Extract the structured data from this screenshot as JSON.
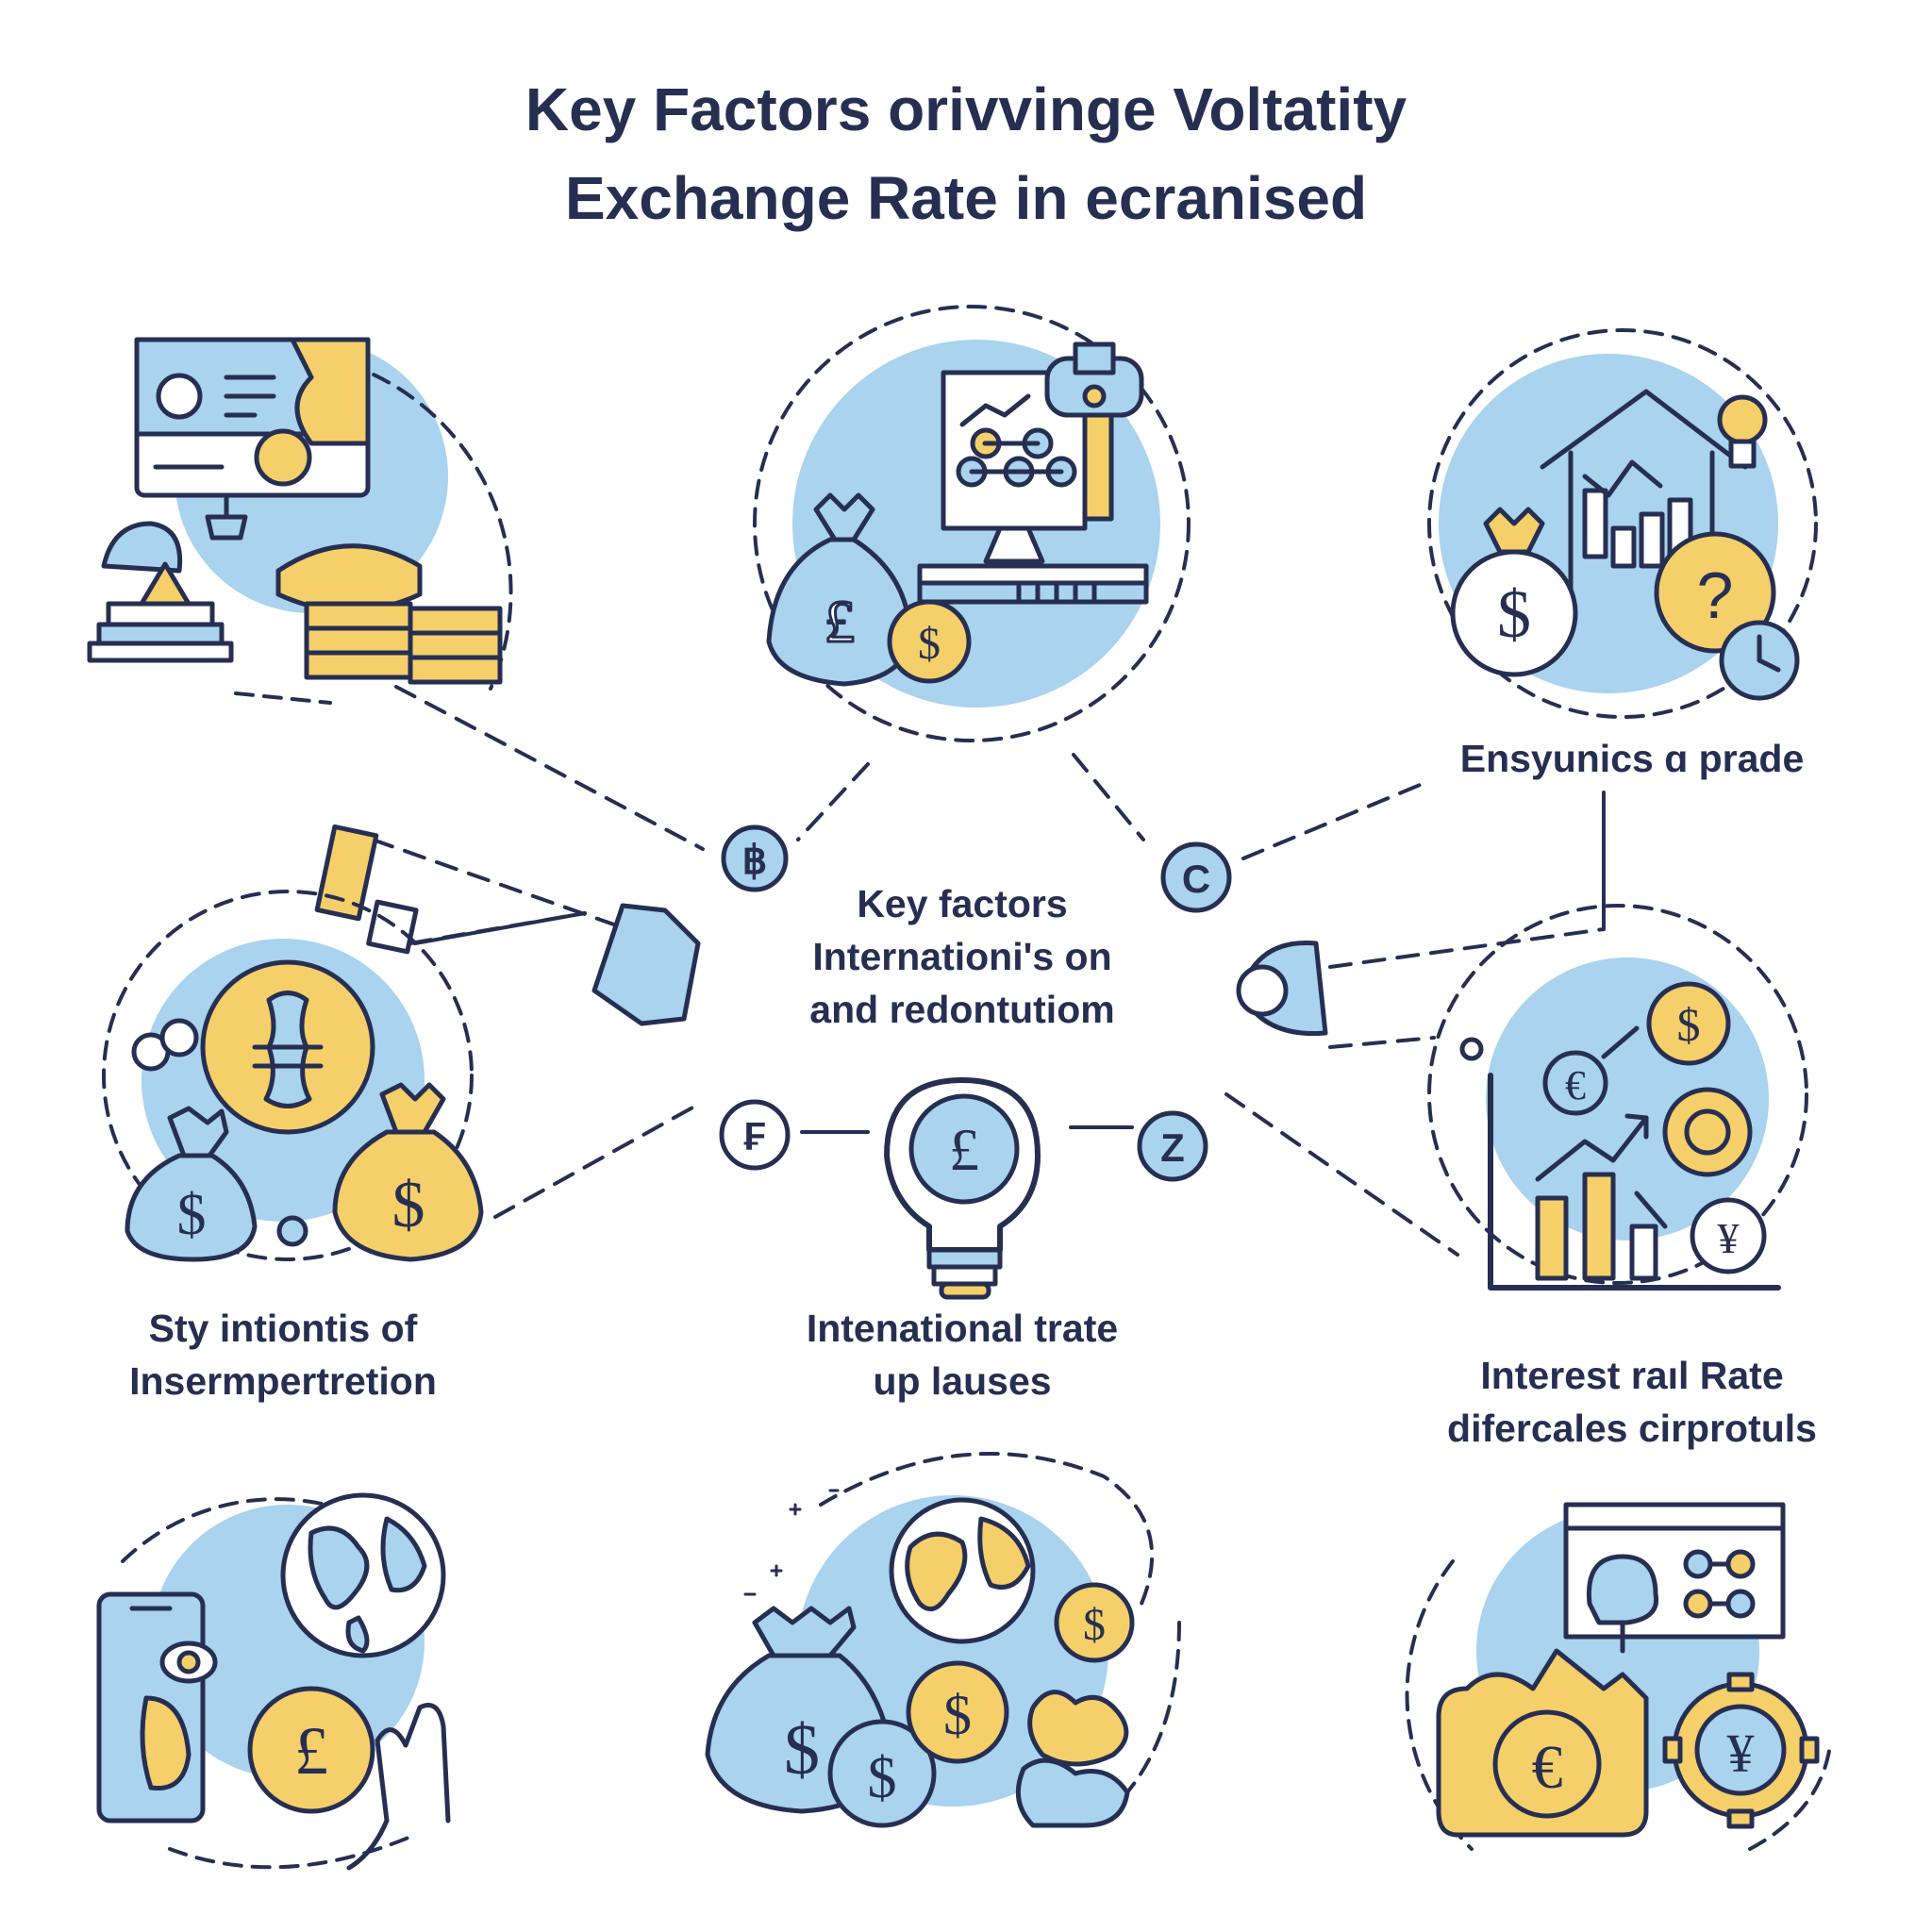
{
  "title": {
    "line1": "Key Factors orivvinge Voltatity",
    "line2": "Exchange Rate in ecranised"
  },
  "center": {
    "line1": "Key factors",
    "line2": "Internationi's on",
    "line3": "and redontutiom"
  },
  "labels": {
    "top_right": {
      "line1": "Ensyunics ɑ prade"
    },
    "middle_left": {
      "line1": "Sty intiontis of",
      "line2": "Insermpertretion"
    },
    "middle_center": {
      "line1": "Intenational trate",
      "line2": "up lauses"
    },
    "middle_right": {
      "line1": "Interest raıl Rate",
      "line2": "difercales cirprotuls"
    }
  },
  "connector_nodes": [
    "฿",
    "C",
    "₣",
    "Z"
  ],
  "currency_symbols": {
    "pound": "£",
    "dollar": "$",
    "euro": "€",
    "yen": "¥",
    "question": "?"
  },
  "colors": {
    "navy": "#262f52",
    "sky": "#a9d3ee",
    "gold": "#f5cf69",
    "white": "#ffffff"
  },
  "icons": [
    "id-card-icon",
    "coin-stack-icon",
    "chess-piece-icon",
    "money-bag-icon",
    "chart-board-icon",
    "thermometer-icon",
    "house-chart-icon",
    "lightbulb-icon",
    "clock-icon",
    "globe-icon",
    "smartphone-icon",
    "hand-icon",
    "gear-icon",
    "wallet-icon",
    "cloud-icon"
  ]
}
